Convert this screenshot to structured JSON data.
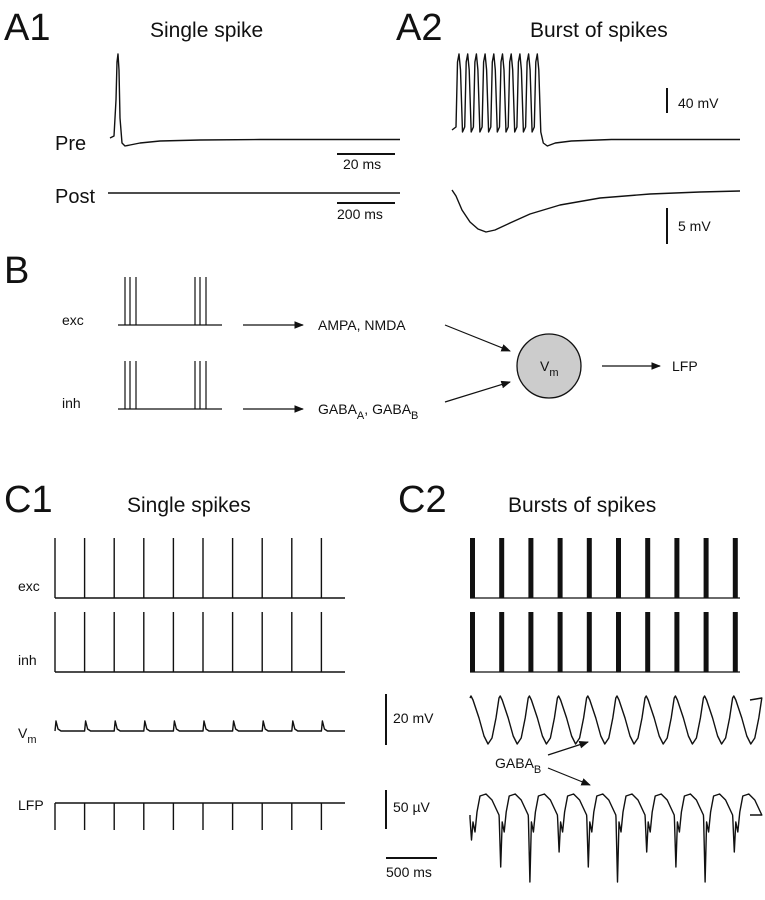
{
  "panels": {
    "a1": {
      "label": "A1",
      "title": "Single spike",
      "pre_label": "Pre",
      "post_label": "Post",
      "scale_pre": "20 ms",
      "scale_post": "200 ms"
    },
    "a2": {
      "label": "A2",
      "title": "Burst of spikes",
      "scale_v1": "40 mV",
      "scale_v2": "5 mV"
    },
    "b": {
      "label": "B",
      "exc_label": "exc",
      "inh_label": "inh",
      "exc_receptors": "AMPA, NMDA",
      "inh_receptors": {
        "g1": "GABA",
        "s1": "A",
        "sep": ",",
        "g2": "GABA",
        "s2": "B"
      },
      "cell": {
        "main": "V",
        "sub": "m"
      },
      "output": "LFP"
    },
    "c1": {
      "label": "C1",
      "title": "Single spikes",
      "exc_label": "exc",
      "inh_label": "inh",
      "vm_label": {
        "main": "V",
        "sub": "m"
      },
      "lfp_label": "LFP"
    },
    "c2": {
      "label": "C2",
      "title": "Bursts of spikes",
      "scale_v1": "20 mV",
      "scale_v2": "50 µV",
      "scale_t": "500 ms",
      "annotation": {
        "main": "GABA",
        "sub": "B"
      }
    }
  },
  "colors": {
    "ink": "#111111",
    "cell_fill": "#cccccc",
    "background": "#ffffff"
  },
  "simulation": {
    "c1_spike_count": 10,
    "c2_burst_count": 10
  }
}
